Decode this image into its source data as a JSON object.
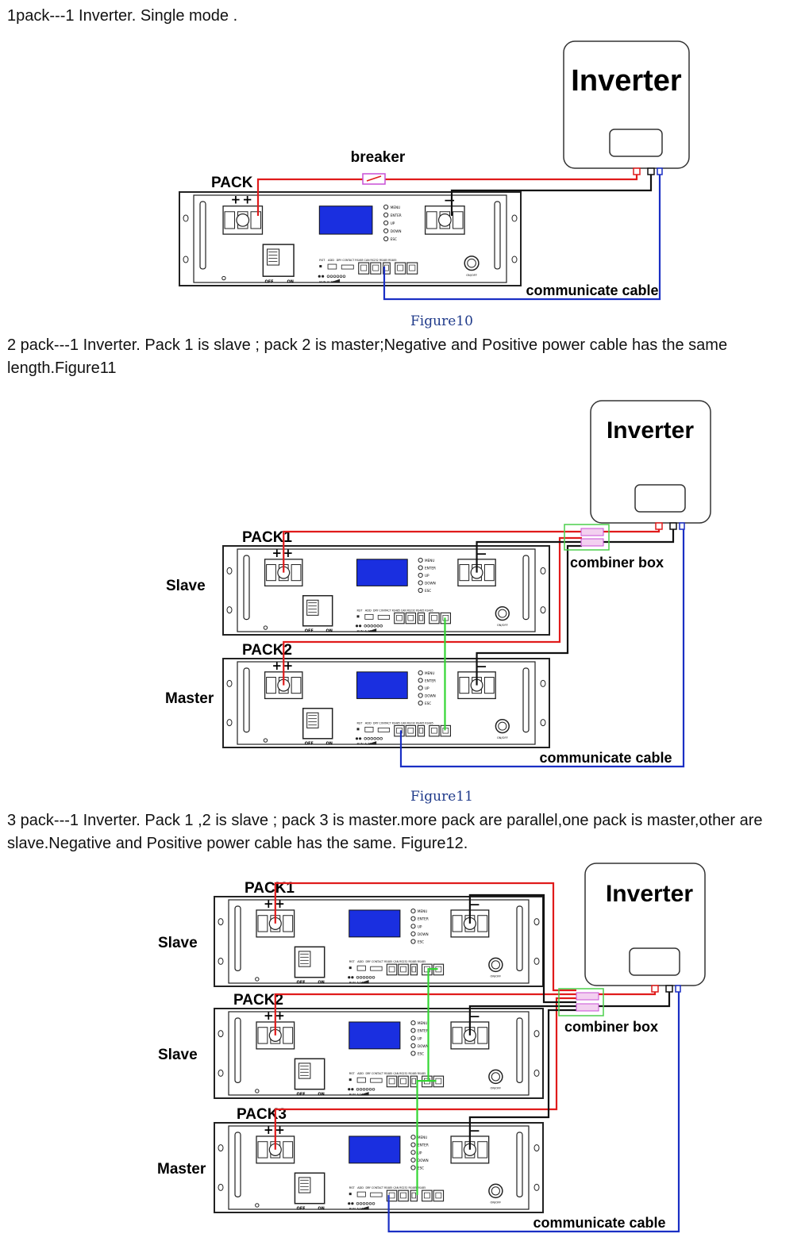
{
  "intro_single": "1pack---1 Inverter. Single mode .",
  "intro_two_line1": "2 pack---1 Inverter. Pack 1 is slave ; pack 2 is master;Negative and Positive    power cable has the same",
  "intro_two_line2": "length.Figure11",
  "intro_three_line1": "3 pack---1 Inverter. Pack 1 ,2 is slave ; pack 3 is master.more pack are parallel,one pack is master,other are",
  "intro_three_line2": "slave.Negative and Positive    power cable has the same. Figure12.",
  "fig10": {
    "caption": "Figure10",
    "inverter": "Inverter",
    "pack": "PACK",
    "breaker": "breaker",
    "comm": "communicate cable"
  },
  "fig11": {
    "caption": "Figure11",
    "inverter": "Inverter",
    "combiner": "combiner box",
    "comm": "communicate cable",
    "packs": [
      {
        "name": "PACK1",
        "role": "Slave"
      },
      {
        "name": "PACK2",
        "role": "Master"
      }
    ]
  },
  "fig12": {
    "inverter": "Inverter",
    "combiner": "combiner box",
    "comm": "communicate cable",
    "packs": [
      {
        "name": "PACK1",
        "role": "Slave"
      },
      {
        "name": "PACK2",
        "role": "Slave"
      },
      {
        "name": "PACK3",
        "role": "Master"
      }
    ]
  },
  "panel": {
    "plus": "+",
    "minus": "—",
    "menu": [
      "MENU",
      "ENTER",
      "UP",
      "DOWN",
      "ESC"
    ],
    "off": "OFF",
    "on": "ON",
    "onoff": "ON/OFF",
    "rst": "RST",
    "add": "ADD",
    "ports": "DRY CONTACT RS485  CAN   RS232   RS485  RS485",
    "run_alm": "RUN ALM"
  },
  "colors": {
    "positive": "#e01b1b",
    "negative": "#111111",
    "comm": "#1a2fc4",
    "link": "#33d633",
    "lcd": "#1a2fe0",
    "breaker": "#c84fd6",
    "combiner_outline": "#4ccf4c"
  }
}
